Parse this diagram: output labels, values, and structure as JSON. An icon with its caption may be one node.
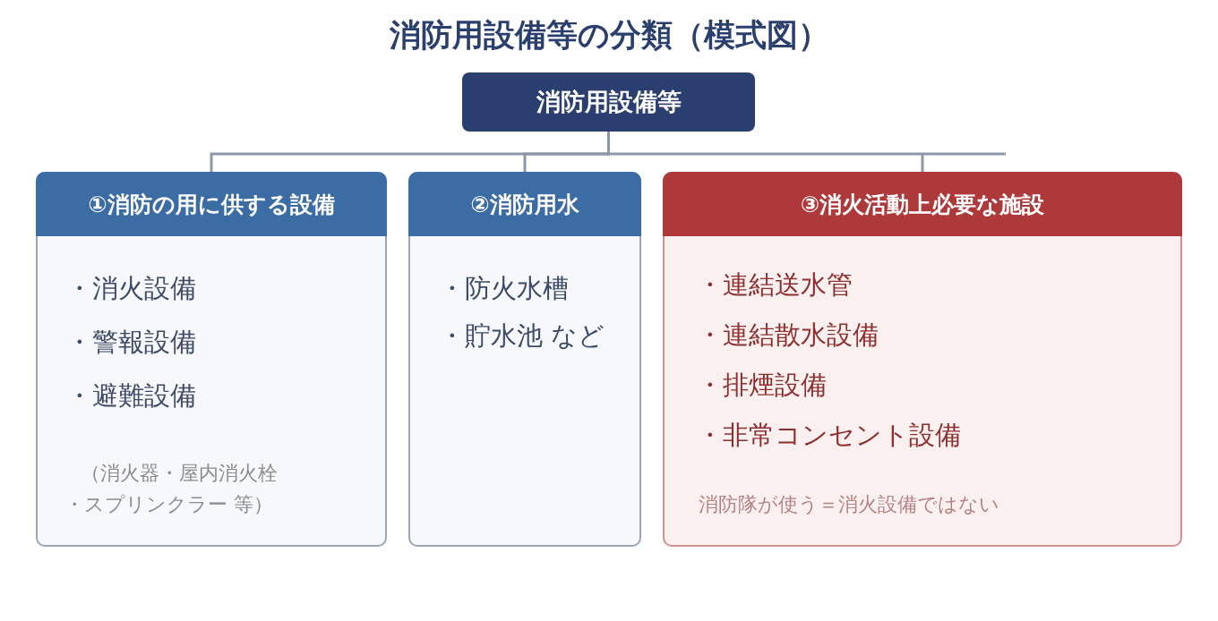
{
  "diagram": {
    "title": "消防用設備等の分類（模式図）",
    "nodes": [
      {
        "text": [
          "消防用設備等"
        ]
      },
      {
        "text": [
          "①消防の用に供する設備",
          "・消火設備",
          "・警報設備",
          "・避難設備",
          "（消火器・屋内消火栓・スプリンクラー 等）"
        ]
      },
      {
        "text": [
          "②消防用水",
          "・防火水槽",
          "・貯水池 など"
        ]
      },
      {
        "text": [
          "③消火活動上必要な施設",
          "・連結送水管",
          "・連結散水設備",
          "・排煙設備",
          "・非常コンセント設備",
          "消防隊が使う＝消火設備ではない"
        ]
      }
    ],
    "edges": [
      {
        "from": 0,
        "to": 1,
        "arrow": "none"
      },
      {
        "from": 0,
        "to": 2,
        "arrow": "none"
      },
      {
        "from": 0,
        "to": 3,
        "arrow": "none"
      }
    ]
  }
}
